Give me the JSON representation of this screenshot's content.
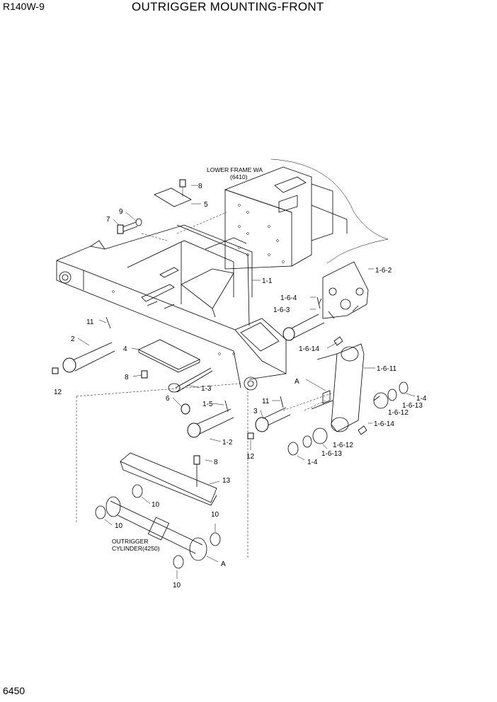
{
  "header": {
    "model": "R140W-9",
    "title": "OUTRIGGER MOUNTING-FRONT"
  },
  "page_number": "6450",
  "notes": {
    "lower_frame_line1": "LOWER FRAME WA",
    "lower_frame_line2": "(6410)",
    "cylinder_line1": "OUTRIGGER",
    "cylinder_line2": "CYLINDER(4250)"
  },
  "callouts": {
    "c8a": "8",
    "c5": "5",
    "c9": "9",
    "c7": "7",
    "c1_1": "1-1",
    "c1_6_2": "1-6-2",
    "c1_6_4": "1-6-4",
    "c1_6_3": "1-6-3",
    "c11a": "11",
    "c2": "2",
    "c4": "4",
    "c1_6_14a": "1-6-14",
    "c12a": "12",
    "c8b": "8",
    "cA1": "A",
    "c1_6_11": "1-6-11",
    "c1_3": "1-3",
    "c6": "6",
    "c1_5": "1-5",
    "c11b": "11",
    "c3": "3",
    "c1_4a": "1-4",
    "c1_6_13a": "1-6-13",
    "c1_6_12a": "1-6-12",
    "c1_6_14b": "1-6-14",
    "c1_2": "1-2",
    "c12b": "12",
    "c1_6_12b": "1-6-12",
    "c1_6_13b": "1-6-13",
    "c1_4b": "1-4",
    "c8c": "8",
    "c13": "13",
    "c10a": "10",
    "c10b": "10",
    "c10c": "10",
    "cA2": "A",
    "c10d": "10"
  }
}
